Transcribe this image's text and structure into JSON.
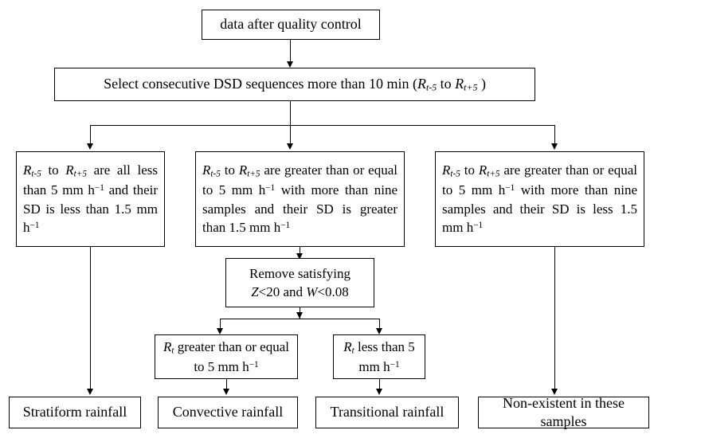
{
  "diagram": {
    "title": "DSD rainfall classification flowchart",
    "line_color": "#000000",
    "box_border_color": "#000000",
    "background": "#ffffff",
    "nodes": {
      "quality_control": "data after quality control",
      "select_sequences_pre": "Select consecutive DSD sequences more than 10 min (",
      "select_sequences_r1_base": "R",
      "select_sequences_r1_sub": "t-5",
      "select_sequences_mid": " to ",
      "select_sequences_r2_base": "R",
      "select_sequences_r2_sub": "t+5",
      "select_sequences_post": " )",
      "branch_left_seg1_base": "R",
      "branch_left_seg1_sub": "t-5",
      "branch_left_seg2": " to ",
      "branch_left_seg3_base": "R",
      "branch_left_seg3_sub": "t+5",
      "branch_left_seg4": " are all less than 5 mm h",
      "branch_left_sup": "−1",
      "branch_left_seg5": " and their SD is less than 1.5 mm h",
      "branch_left_sup2": "−1",
      "branch_mid_seg1_base": "R",
      "branch_mid_seg1_sub": "t-5",
      "branch_mid_seg2": " to ",
      "branch_mid_seg3_base": "R",
      "branch_mid_seg3_sub": "t+5",
      "branch_mid_seg4": " are greater than or equal to 5 mm h",
      "branch_mid_sup": "−1",
      "branch_mid_seg5": " with more than nine samples and their SD is greater than 1.5 mm h",
      "branch_mid_sup2": "−1",
      "branch_right_seg1_base": "R",
      "branch_right_seg1_sub": "t-5",
      "branch_right_seg2": " to ",
      "branch_right_seg3_base": "R",
      "branch_right_seg3_sub": "t+5",
      "branch_right_seg4": " are greater than or equal to 5 mm h",
      "branch_right_sup": "−1",
      "branch_right_seg5": " with more than nine samples and their SD is less 1.5 mm h",
      "branch_right_sup2": "−1",
      "remove_line1": "Remove satisfying",
      "remove_z_var": "Z",
      "remove_z_cond": "<20 and ",
      "remove_w_var": "W",
      "remove_w_cond": "<0.08",
      "rt_ge_base": "R",
      "rt_ge_sub": "t",
      "rt_ge_text": " greater than or equal to 5 mm h",
      "rt_ge_sup": "−1",
      "rt_lt_base": "R",
      "rt_lt_sub": "t",
      "rt_lt_text": " less than 5 mm h",
      "rt_lt_sup": "−1",
      "result_stratiform": "Stratiform rainfall",
      "result_convective": "Convective rainfall",
      "result_transitional": "Transitional rainfall",
      "result_nonexistent": "Non-existent in these samples"
    }
  }
}
